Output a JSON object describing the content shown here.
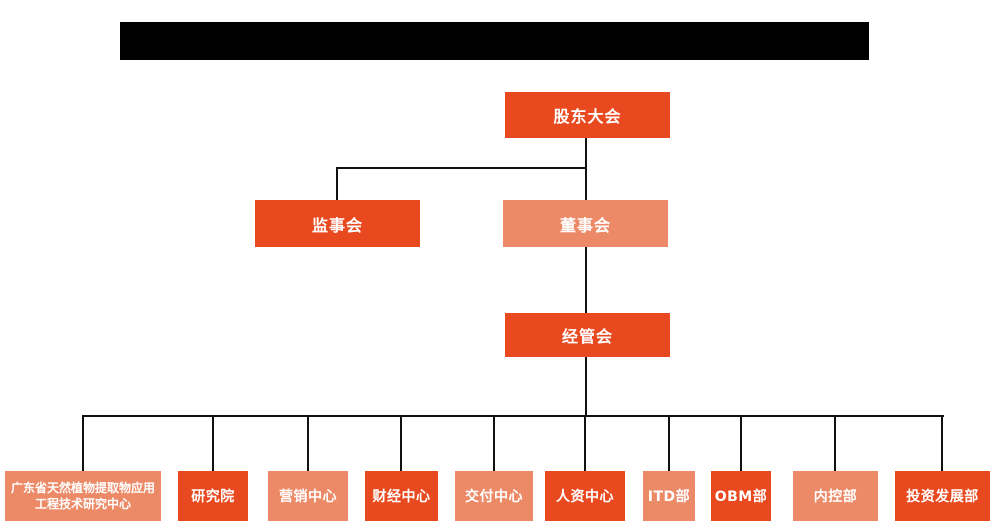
{
  "theme": {
    "dark_orange": "#e8491f",
    "light_orange": "#ec8a67",
    "line_color": "#121212",
    "node_text_color": "#ffffff",
    "redacted_bar_color": "#000000"
  },
  "org_chart": {
    "root": {
      "label": "股东大会"
    },
    "level2": [
      {
        "label": "监事会",
        "variant": "dark"
      },
      {
        "label": "董事会",
        "variant": "light"
      }
    ],
    "level3": {
      "label": "经管会"
    },
    "departments": [
      {
        "label": "广东省天然植物提取物应用工程技术研究中心",
        "variant": "light"
      },
      {
        "label": "研究院",
        "variant": "dark"
      },
      {
        "label": "营销中心",
        "variant": "light"
      },
      {
        "label": "财经中心",
        "variant": "dark"
      },
      {
        "label": "交付中心",
        "variant": "light"
      },
      {
        "label": "人资中心",
        "variant": "dark"
      },
      {
        "label": "ITD部",
        "variant": "light"
      },
      {
        "label": "OBM部",
        "variant": "dark"
      },
      {
        "label": "内控部",
        "variant": "light"
      },
      {
        "label": "投资发展部",
        "variant": "dark"
      }
    ]
  }
}
